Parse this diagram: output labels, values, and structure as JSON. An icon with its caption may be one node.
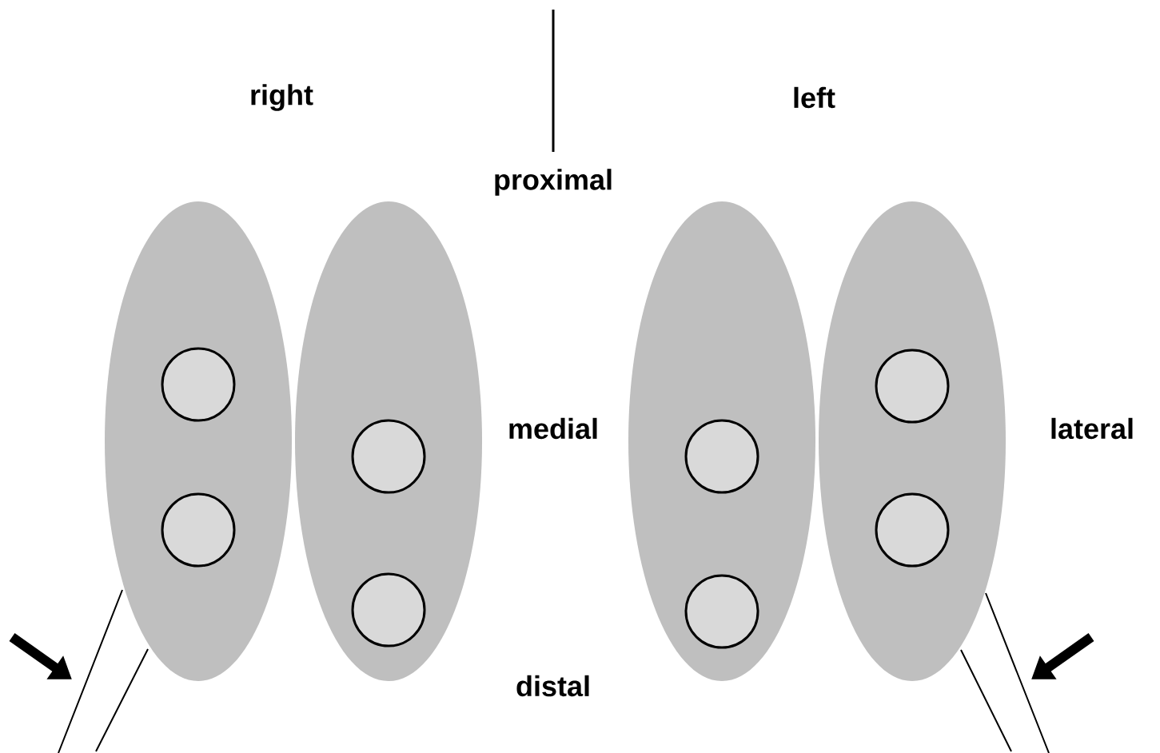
{
  "diagram": {
    "nodes": [
      {
        "text": [],
        "shape": "ellipse"
      },
      {
        "text": [],
        "shape": "circle",
        "in": 0
      },
      {
        "text": [],
        "shape": "circle",
        "in": 0
      },
      {
        "text": [],
        "shape": "ellipse"
      },
      {
        "text": [],
        "shape": "circle",
        "in": 3
      },
      {
        "text": [],
        "shape": "circle",
        "in": 3
      },
      {
        "text": [],
        "shape": "ellipse"
      },
      {
        "text": [],
        "shape": "circle",
        "in": 6
      },
      {
        "text": [],
        "shape": "circle",
        "in": 6
      },
      {
        "text": [],
        "shape": "ellipse"
      },
      {
        "text": [],
        "shape": "circle",
        "in": 9
      },
      {
        "text": [],
        "shape": "circle",
        "in": 9
      }
    ],
    "labels": [
      "right",
      "left",
      "proximal",
      "medial",
      "lateral",
      "distal"
    ]
  }
}
